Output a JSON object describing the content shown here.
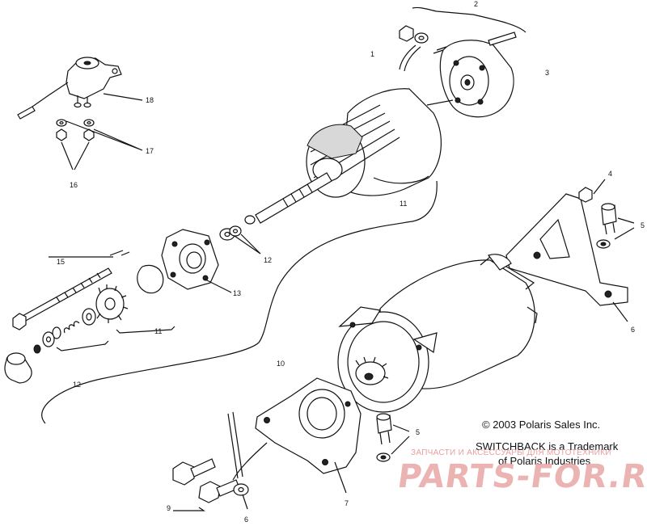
{
  "callouts": [
    {
      "id": "c1",
      "text": "1"
    },
    {
      "id": "c2",
      "text": "2"
    },
    {
      "id": "c3",
      "text": "3"
    },
    {
      "id": "c4",
      "text": "4"
    },
    {
      "id": "c5a",
      "text": "5"
    },
    {
      "id": "c5b",
      "text": "5"
    },
    {
      "id": "c6a",
      "text": "6"
    },
    {
      "id": "c6b",
      "text": "6"
    },
    {
      "id": "c7",
      "text": "7"
    },
    {
      "id": "c9",
      "text": "9"
    },
    {
      "id": "c10",
      "text": "10"
    },
    {
      "id": "c11a",
      "text": "11"
    },
    {
      "id": "c11b",
      "text": "11"
    },
    {
      "id": "c12a",
      "text": "12"
    },
    {
      "id": "c12b",
      "text": "12"
    },
    {
      "id": "c13",
      "text": "13"
    },
    {
      "id": "c15",
      "text": "15"
    },
    {
      "id": "c16",
      "text": "16"
    },
    {
      "id": "c17",
      "text": "17"
    },
    {
      "id": "c18",
      "text": "18"
    }
  ],
  "notice": {
    "copyright": "© 2003 Polaris Sales Inc.",
    "trademark_line1": "SWITCHBACK is a Trademark",
    "trademark_line2": "of Polaris Industries"
  },
  "watermark": {
    "caption": "ЗАПЧАСТИ И АКСЕССУАРЫ ДЛЯ МОТОТЕХНИКИ",
    "logo": "PARTS-FOR.RU"
  }
}
